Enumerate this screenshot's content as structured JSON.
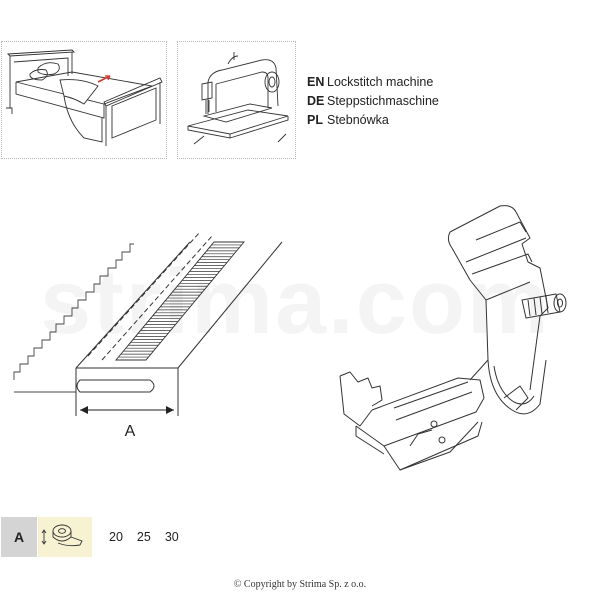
{
  "languages": [
    {
      "code": "EN",
      "text": "Lockstitch machine"
    },
    {
      "code": "DE",
      "text": "Steppstichmaschine"
    },
    {
      "code": "PL",
      "text": "Stebnówka"
    }
  ],
  "watermark": "strima.com",
  "dimension_label": "A",
  "size_table": {
    "key": "A",
    "values": [
      "20",
      "25",
      "30"
    ]
  },
  "copyright": "© Copyright by Strima Sp. z o.o."
}
